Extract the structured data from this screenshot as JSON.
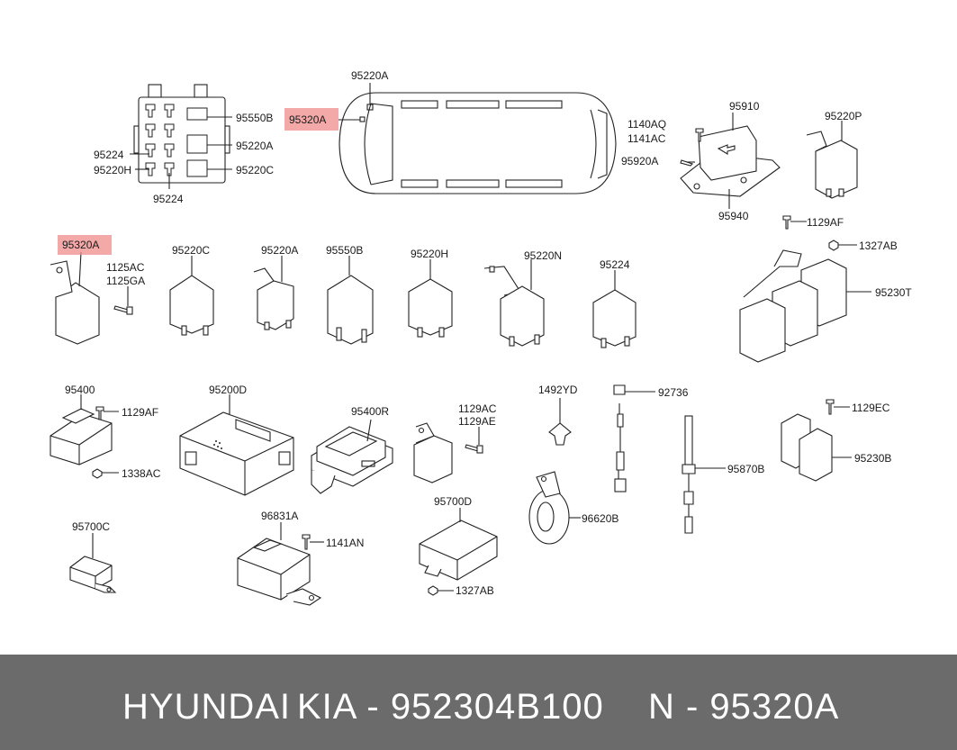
{
  "labels": {
    "fusebox_95550b": "95550B",
    "fusebox_95220a": "95220A",
    "fusebox_95220c": "95220C",
    "fusebox_95224_left": "95224",
    "fusebox_95220h": "95220H",
    "fusebox_95224_bottom": "95224",
    "vehicle_95220a": "95220A",
    "vehicle_95320a": "95320A",
    "airbag_95910": "95910",
    "airbag_1140aq": "1140AQ",
    "airbag_1141ac": "1141AC",
    "airbag_95920a": "95920A",
    "airbag_95940": "95940",
    "relay_95220p": "95220P",
    "bolt_1129af_top": "1129AF",
    "nut_1327ab_top": "1327AB",
    "block_95230t": "95230T",
    "relay_95320a_main": "95320A",
    "bolt_1125ac": "1125AC",
    "bolt_1125ga": "1125GA",
    "relay_95220c": "95220C",
    "relay_95220a": "95220A",
    "relay_95550b": "95550B",
    "relay_95220h": "95220H",
    "relay_95220n": "95220N",
    "relay_95224": "95224",
    "module_95400": "95400",
    "bolt_1129af_mid": "1129AF",
    "nut_1338ac": "1338AC",
    "module_95200d": "95200D",
    "module_95400r": "95400R",
    "bolt_1129ac": "1129AC",
    "bolt_1129ae": "1129AE",
    "clip_1492yd": "1492YD",
    "cap_92736": "92736",
    "bolt_1129ec": "1129EC",
    "sensor_95870b": "95870B",
    "relay_95230b": "95230B",
    "horn_96620b": "96620B",
    "module_95700d": "95700D",
    "nut_1327ab_bottom": "1327AB",
    "module_95700c": "95700C",
    "module_96831a": "96831A",
    "bolt_1141an": "1141AN"
  },
  "footer": {
    "brand": "HYUNDAI",
    "oem": "KIA - 952304B100",
    "part_number": "N - 95320A"
  },
  "colors": {
    "highlight": "#f08c8c",
    "footer_background": "#6b6b6b",
    "footer_text": "#ffffff"
  }
}
